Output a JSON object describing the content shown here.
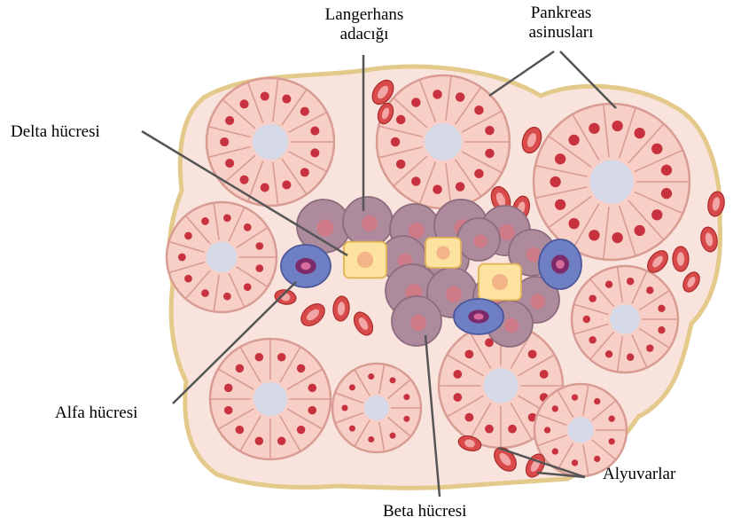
{
  "labels": {
    "langerhans": {
      "line1": "Langerhans",
      "line2": "adacığı"
    },
    "pankreas": {
      "line1": "Pankreas",
      "line2": "asinusları"
    },
    "delta": "Delta hücresi",
    "alfa": "Alfa hücresi",
    "beta": "Beta hücresi",
    "alyuvar": "Alyuvarlar"
  },
  "colors": {
    "tissue_border": "#e3c98a",
    "tissue_fill": "#f9e4dd",
    "acinar_cell": "#f7cfc6",
    "acinar_stroke": "#d89c93",
    "nucleus": "#c8323f",
    "lumen": "#d6dae8",
    "beta_cell": "#ad8a9c",
    "beta_nucleus": "#cf7a87",
    "delta_cell": "#fde2a0",
    "alfa_cell": "#6f7fc4",
    "alfa_nucleus": "#7b2a6a",
    "rbc": "#d94b4b",
    "leader_line": "#555555"
  }
}
